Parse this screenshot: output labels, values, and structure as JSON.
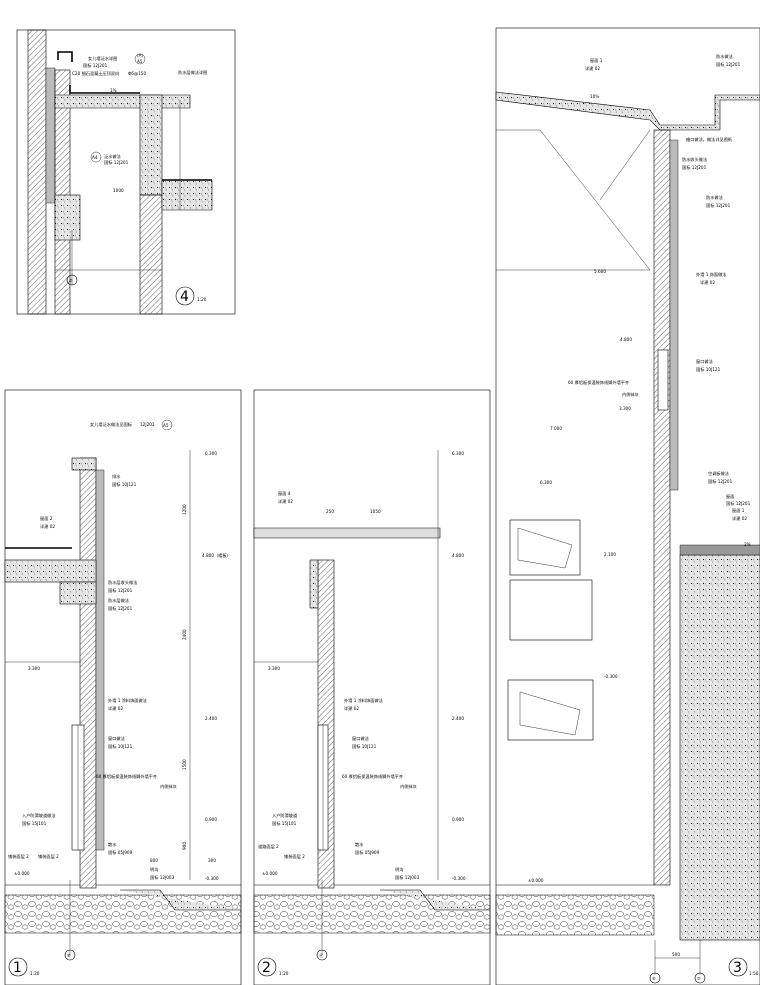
{
  "detail4": {
    "label_1": "女儿墙泛水详图",
    "ref_1": "国标 12J201",
    "ref_1b": "(A)",
    "ref_1c": "A5",
    "label_2": "C20 细石混凝土压顶双向",
    "rebar": "Φ6@150",
    "label_3": "防水层做法详图",
    "slope": "1%",
    "label_4": "泛水做法",
    "ref_2": "国标 12J201",
    "ref_2b": "A4",
    "dim_1": "1000",
    "axis": "⑦",
    "id": "4",
    "scale": "1:20"
  },
  "detail1": {
    "label_top": "女儿墙泛水做法见国标",
    "ref_top": "12J201",
    "ref_top_b": "A5",
    "roof_label": "屋面 2",
    "roof_ref": "详建 02",
    "label_a": "排水",
    "ref_a": "国标 10J121",
    "label_b": "防水层收头做法",
    "ref_b": "国标 12J201",
    "label_c": "防水层做法",
    "ref_c": "国标 12J201",
    "label_d": "外墙 1 涂料饰面做法",
    "ref_d": "详建 02",
    "label_e": "窗口做法",
    "ref_e": "国标 10J121",
    "label_f": "60 厚铝板保温装饰线脚外墙平齐",
    "label_g": "内侧抹灰",
    "label_h": "入户防滑坡道做法",
    "ref_h": "国标 15J101",
    "label_i": "散水",
    "ref_i": "国标 05J909",
    "label_j": "明沟",
    "ref_j": "国标 12J003",
    "label_k": "铺装面层 2",
    "label_l": "铺装面层 2",
    "elev_1": "6.300",
    "elev_2": "4.800（楼板）",
    "elev_3": "3.300",
    "elev_4": "2.400",
    "elev_5": "0.900",
    "elev_6": "±0.000",
    "elev_7": "-0.300",
    "dim_1": "1200",
    "dim_2": "2400",
    "dim_3": "1500",
    "dim_4": "900",
    "dim_5": "300",
    "dim_6": "800",
    "axis": "⑧",
    "id": "1",
    "scale": "1:20"
  },
  "detail2": {
    "roof_label": "屋面 4",
    "roof_ref": "详建 02",
    "dim_a": "250",
    "dim_b": "1050",
    "label_d": "外墙 1 涂料饰面做法",
    "ref_d": "详建 02",
    "label_e": "窗口做法",
    "ref_e": "国标 10J121",
    "label_f": "60 厚铝板保温装饰线脚外墙平齐",
    "label_g": "内侧抹灰",
    "label_h": "入户防滑坡道",
    "ref_h": "国标 15J101",
    "label_i": "散水",
    "ref_i": "国标 05J909",
    "label_j": "明沟",
    "ref_j": "国标 12J003",
    "label_k": "道路面层 2",
    "label_l": "铺装面层 2",
    "elev_1": "6.300",
    "elev_2": "4.800",
    "elev_3": "3.300",
    "elev_4": "2.400",
    "elev_5": "0.900",
    "elev_6": "±0.000",
    "elev_7": "-0.300",
    "axis": "Ⓐ",
    "id": "2",
    "scale": "1:20"
  },
  "detail3": {
    "roof_label": "屋面 1",
    "roof_ref": "详建 02",
    "slope": "10%",
    "label_a": "防水做法",
    "ref_a": "国标 12J201",
    "label_b": "檐口做法，做法详见图纸",
    "label_c": "防水收头做法",
    "ref_c": "国标 12J201",
    "label_d": "防水做法",
    "ref_d": "国标 12J201",
    "label_e": "外墙 1 饰面做法",
    "ref_e": "详建 02",
    "label_f": "窗口做法",
    "ref_f": "国标 10J121",
    "label_g": "60 厚铝板保温装饰线脚外墙平齐",
    "label_h": "内侧抹灰",
    "label_i": "空调板做法",
    "ref_i": "国标 12J201",
    "label_j": "屋面 1",
    "ref_j": "详建 02",
    "label_k": "屋面",
    "ref_k": "国标 12J201",
    "slope_b": "2%",
    "elev_1": "5.600",
    "elev_2": "4.800",
    "elev_3": "3.300",
    "elev_4": "2.100",
    "elev_5": "±0.000",
    "elev_6": "-0.300",
    "elev_7": "7.000",
    "elev_8": "6.300",
    "dim_1": "500",
    "axis_1": "⑥",
    "axis_2": "⑦",
    "id": "3",
    "scale": "1:50"
  }
}
